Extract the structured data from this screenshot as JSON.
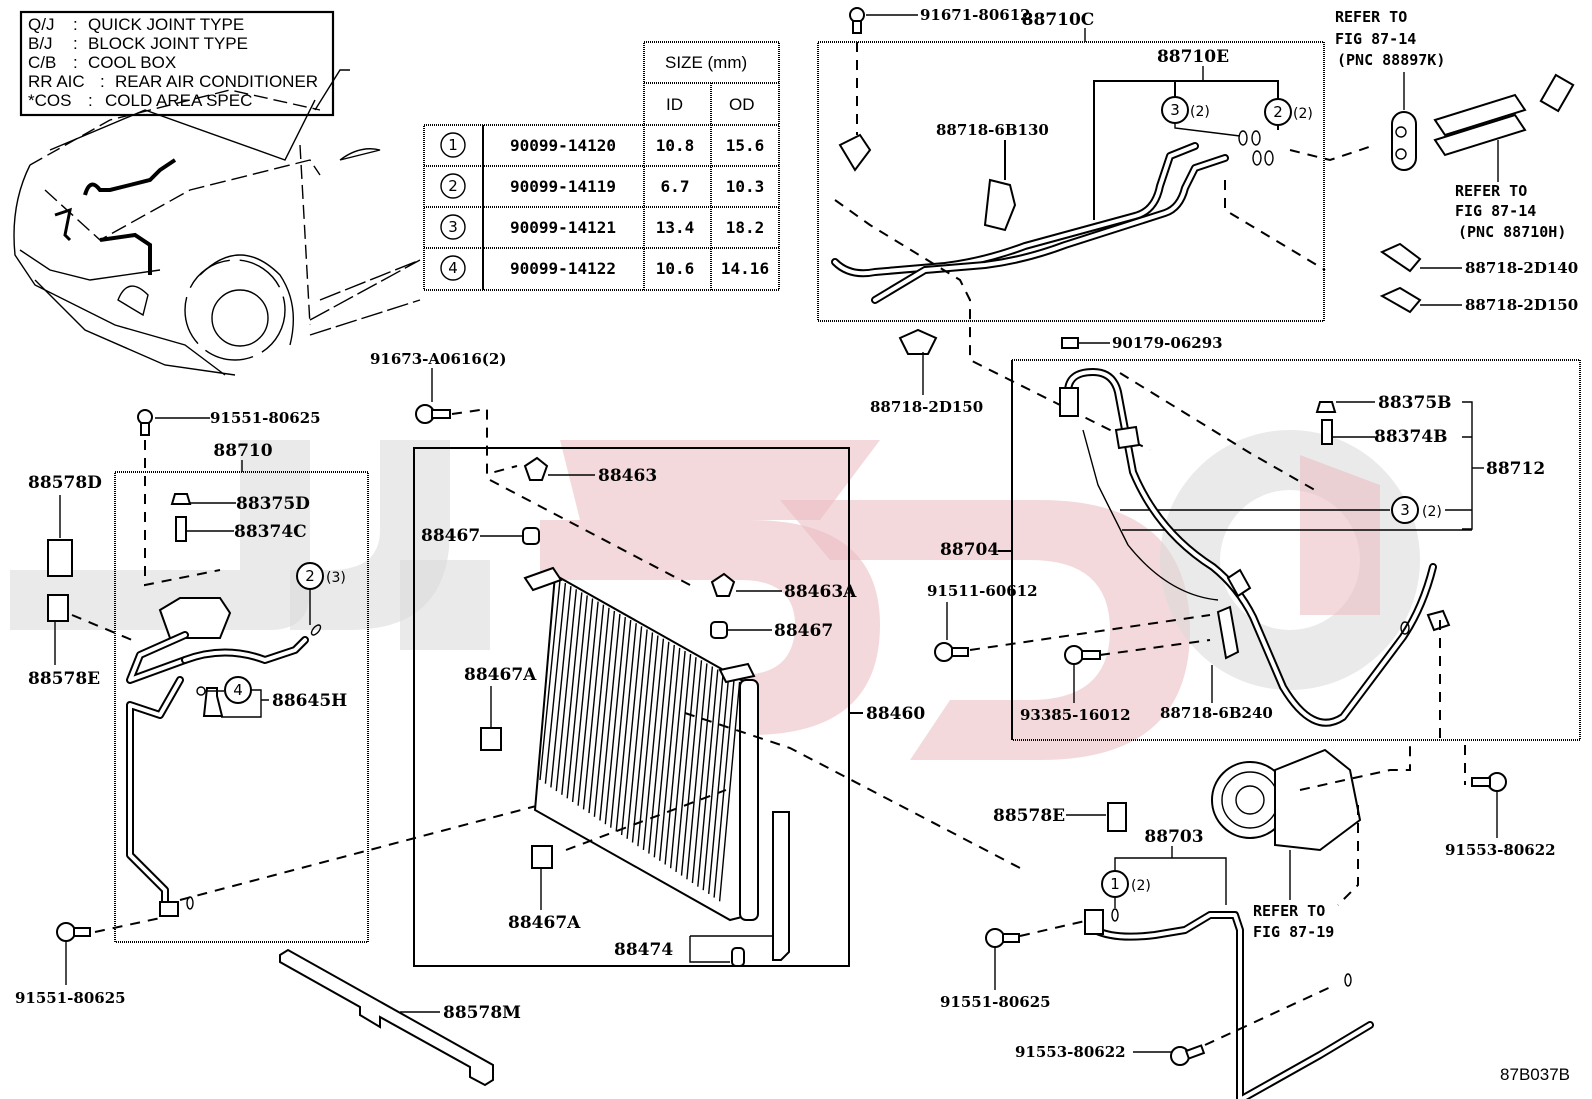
{
  "diagram": {
    "figure_code": "87B037B",
    "legend": [
      {
        "abbr": "Q/J",
        "meaning": "QUICK JOINT TYPE"
      },
      {
        "abbr": "B/J",
        "meaning": "BLOCK JOINT TYPE"
      },
      {
        "abbr": "C/B",
        "meaning": "COOL BOX"
      },
      {
        "abbr": "RR AIC",
        "meaning": "REAR AIR CONDITIONER"
      },
      {
        "abbr": "*COS",
        "meaning": "COLD AREA SPEC"
      }
    ],
    "oring_table": {
      "header_size": "SIZE (mm)",
      "header_id": "ID",
      "header_od": "OD",
      "rows": [
        {
          "ref": "1",
          "part_no": "90099-14120",
          "id": "10.8",
          "od": "15.6"
        },
        {
          "ref": "2",
          "part_no": "90099-14119",
          "id": "6.7",
          "od": "10.3"
        },
        {
          "ref": "3",
          "part_no": "90099-14121",
          "id": "13.4",
          "od": "18.2"
        },
        {
          "ref": "4",
          "part_no": "90099-14122",
          "id": "10.6",
          "od": "14.16"
        }
      ]
    },
    "labels": {
      "p91671": "91671-80612",
      "p88710C": "88710C",
      "p88710E": "88710E",
      "p887186B130": "88718-6B130",
      "p88710E_ref3_qty": "(2)",
      "p88710E_ref2_qty": "(2)",
      "ref_88897K_l1": "REFER TO",
      "ref_88897K_l2": "FIG 87-14",
      "ref_88897K_l3": "(PNC 88897K)",
      "ref_88710H_l1": "REFER TO",
      "ref_88710H_l2": "FIG 87-14",
      "ref_88710H_l3": "(PNC 88710H)",
      "p887182D140": "88718-2D140",
      "p887182D150_right": "88718-2D150",
      "p887182D150_mid": "88718-2D150",
      "p90179": "90179-06293",
      "p91673": "91673-A0616(2)",
      "p91551_top": "91551-80625",
      "p88710": "88710",
      "p88578D": "88578D",
      "p88375D": "88375D",
      "p88374C": "88374C",
      "p88710_ref2_qty": "(3)",
      "p88578E_left": "88578E",
      "p88645H": "88645H",
      "p88463": "88463",
      "p88467_top": "88467",
      "p88463A": "88463A",
      "p88467_right": "88467",
      "p88467A_top": "88467A",
      "p88460": "88460",
      "p88467A_bottom": "88467A",
      "p88474": "88474",
      "p88578M": "88578M",
      "p91551_left": "91551-80625",
      "p88375B": "88375B",
      "p88374B": "88374B",
      "p88712": "88712",
      "p88712_ref3_qty": "(2)",
      "p88704": "88704",
      "p91511": "91511-60612",
      "p93385": "93385-16012",
      "p887186B240": "88718-6B240",
      "p88578E_right": "88578E",
      "p88703": "88703",
      "p88703_ref1_qty": "(2)",
      "ref_comp_l1": "REFER TO",
      "ref_comp_l2": "FIG 87-19",
      "p91553_right": "91553-80622",
      "p91551_bottom": "91551-80625",
      "p91553_bottom": "91553-80622"
    },
    "ref_circles": {
      "c88710E_a": "3",
      "c88710E_b": "2",
      "c88710": "2",
      "c88645H": "4",
      "c88712": "3",
      "c88703": "1"
    }
  }
}
